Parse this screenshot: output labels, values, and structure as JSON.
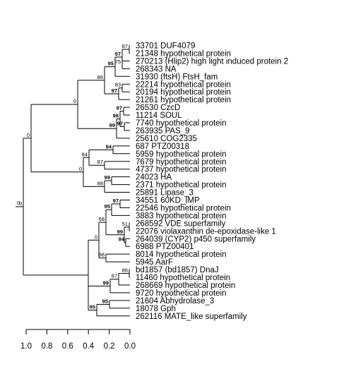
{
  "tree": {
    "leaves": [
      "33701 DUF4079",
      "21348 hypothetical protein",
      "270213 (Hlip2) high light induced protein 2",
      "268343 NA",
      "31930 (ftsH) FtsH_fam",
      "22214 hypothetical protein",
      "20194 hypothetical protein",
      "21261 hypothetical protein",
      "26530 CzcD",
      "11214 SOUL",
      "7740 hypothetical protein",
      "263935 PAS_9",
      "25610 COG2335",
      "687 PTZ00318",
      "5959 hypothetical protein",
      "7679 hypothetical protein",
      "4737 hypothetical protein",
      "24023 HA",
      "2371 hypothetical protein",
      "25891 Lipase_3",
      "34551 60KD_IMP",
      "22546 hypothetical protein",
      "3883 hypothetical protein",
      "268592 VDE superfamily",
      "22076 violaxanthin de-epoxidase-like 1",
      "264039 (CYP2) p450 superfamily",
      "6988 PTZ00401",
      "8014 hypothetical protein",
      "5945 AarF",
      "bd1857 (bd1857) DnaJ",
      "11460 hypothetical protein",
      "268669 hypothetical protein",
      "9720 hypothetical protein",
      "21604 Abhydrolase_3",
      "18078 Gph",
      "262116 MATE_like superfamily"
    ],
    "bootstrap": [
      {
        "value": "87",
        "bold": false
      },
      {
        "value": "75",
        "bold": false
      },
      {
        "value": "97",
        "bold": true
      },
      {
        "value": "95",
        "bold": true
      },
      {
        "value": "83",
        "bold": false
      },
      {
        "value": "97",
        "bold": true
      },
      {
        "value": "86",
        "bold": false
      },
      {
        "value": "97",
        "bold": true
      },
      {
        "value": "97",
        "bold": true
      },
      {
        "value": "98",
        "bold": true
      },
      {
        "value": "99",
        "bold": true
      },
      {
        "value": "0",
        "bold": false
      },
      {
        "value": "94",
        "bold": true
      },
      {
        "value": "87",
        "bold": false
      },
      {
        "value": "0",
        "bold": false
      },
      {
        "value": "84",
        "bold": false
      },
      {
        "value": "99",
        "bold": true
      },
      {
        "value": "88",
        "bold": false
      },
      {
        "value": "0",
        "bold": false
      },
      {
        "value": "97",
        "bold": true
      },
      {
        "value": "95",
        "bold": true
      },
      {
        "value": "51",
        "bold": false
      },
      {
        "value": "94",
        "bold": true
      },
      {
        "value": "99",
        "bold": true
      },
      {
        "value": "68",
        "bold": false
      },
      {
        "value": "88",
        "bold": false
      },
      {
        "value": "0",
        "bold": false
      },
      {
        "value": "86",
        "bold": false
      },
      {
        "value": "87",
        "bold": false
      },
      {
        "value": "99",
        "bold": true
      },
      {
        "value": "0",
        "bold": false
      },
      {
        "value": "95",
        "bold": true
      },
      {
        "value": "95",
        "bold": true
      },
      {
        "value": "0",
        "bold": false
      }
    ]
  },
  "scale": {
    "ticks": [
      "1.0",
      "0.8",
      "0.6",
      "0.4",
      "0.2",
      "0.0"
    ]
  }
}
